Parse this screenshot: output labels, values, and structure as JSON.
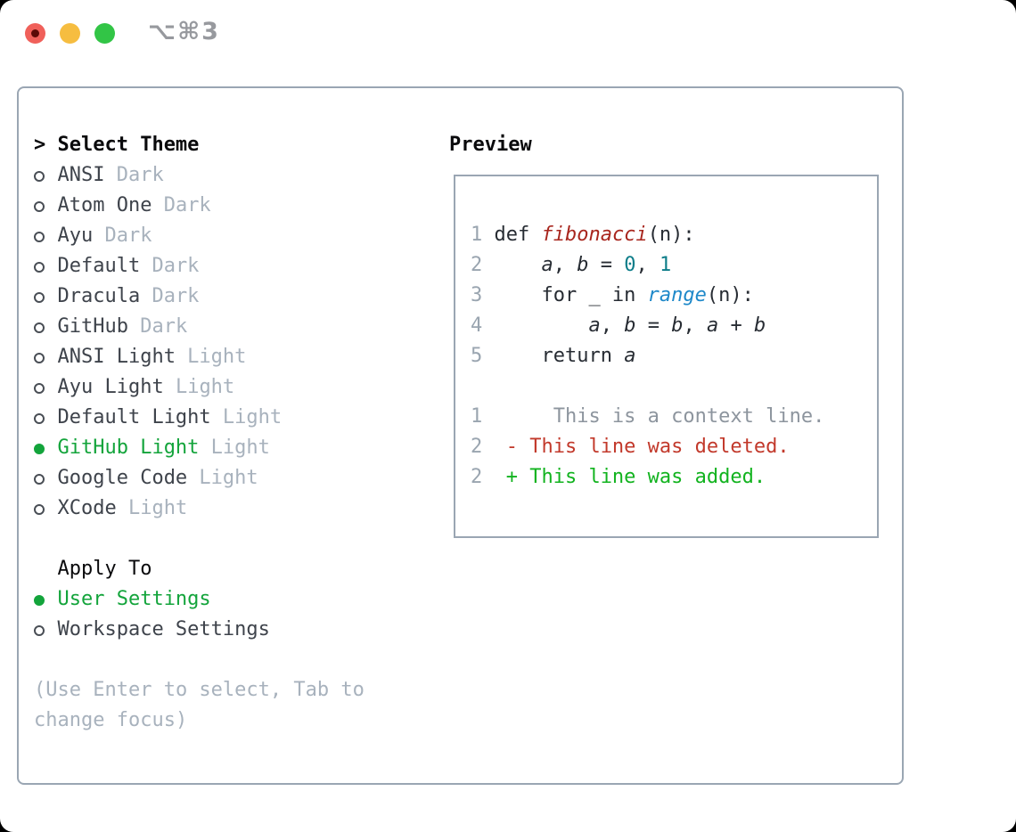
{
  "window": {
    "title": "⌥⌘3",
    "traffic_lights": [
      "close",
      "minimize",
      "zoom"
    ]
  },
  "theme_panel": {
    "header": {
      "prefix": ">",
      "label": "Select Theme"
    },
    "themes": [
      {
        "name": "ANSI",
        "variant": "Dark",
        "selected": false
      },
      {
        "name": "Atom One",
        "variant": "Dark",
        "selected": false
      },
      {
        "name": "Ayu",
        "variant": "Dark",
        "selected": false
      },
      {
        "name": "Default",
        "variant": "Dark",
        "selected": false
      },
      {
        "name": "Dracula",
        "variant": "Dark",
        "selected": false
      },
      {
        "name": "GitHub",
        "variant": "Dark",
        "selected": false
      },
      {
        "name": "ANSI Light",
        "variant": "Light",
        "selected": false
      },
      {
        "name": "Ayu Light",
        "variant": "Light",
        "selected": false
      },
      {
        "name": "Default Light",
        "variant": "Light",
        "selected": false
      },
      {
        "name": "GitHub Light",
        "variant": "Light",
        "selected": true
      },
      {
        "name": "Google Code",
        "variant": "Light",
        "selected": false
      },
      {
        "name": "XCode",
        "variant": "Light",
        "selected": false
      }
    ],
    "apply_to": {
      "label": "Apply To",
      "options": [
        {
          "name": "User Settings",
          "selected": true
        },
        {
          "name": "Workspace Settings",
          "selected": false
        }
      ]
    },
    "hint_lines": [
      "(Use Enter to select, Tab to",
      "change focus)"
    ]
  },
  "preview": {
    "label": "Preview",
    "lines": [
      {
        "num": "",
        "segments": []
      },
      {
        "num": "1",
        "segments": [
          {
            "t": "def ",
            "c": "code"
          },
          {
            "t": "fibonacci",
            "c": "fn"
          },
          {
            "t": "(n):",
            "c": "code"
          }
        ]
      },
      {
        "num": "2",
        "segments": [
          {
            "t": "    ",
            "c": "code"
          },
          {
            "t": "a",
            "c": "var"
          },
          {
            "t": ", ",
            "c": "code"
          },
          {
            "t": "b",
            "c": "var"
          },
          {
            "t": " = ",
            "c": "code"
          },
          {
            "t": "0",
            "c": "num"
          },
          {
            "t": ", ",
            "c": "code"
          },
          {
            "t": "1",
            "c": "num"
          }
        ]
      },
      {
        "num": "3",
        "segments": [
          {
            "t": "    for _ in ",
            "c": "code"
          },
          {
            "t": "range",
            "c": "call"
          },
          {
            "t": "(n):",
            "c": "code"
          }
        ]
      },
      {
        "num": "4",
        "segments": [
          {
            "t": "        ",
            "c": "code"
          },
          {
            "t": "a",
            "c": "var"
          },
          {
            "t": ", ",
            "c": "code"
          },
          {
            "t": "b",
            "c": "var"
          },
          {
            "t": " = ",
            "c": "code"
          },
          {
            "t": "b",
            "c": "var"
          },
          {
            "t": ", ",
            "c": "code"
          },
          {
            "t": "a",
            "c": "var"
          },
          {
            "t": " + ",
            "c": "code"
          },
          {
            "t": "b",
            "c": "var"
          }
        ]
      },
      {
        "num": "5",
        "segments": [
          {
            "t": "    return ",
            "c": "code"
          },
          {
            "t": "a",
            "c": "var"
          }
        ]
      },
      {
        "num": "",
        "segments": []
      },
      {
        "num": "1",
        "segments": [
          {
            "t": "     This is a context line.",
            "c": "ctx"
          }
        ]
      },
      {
        "num": "2",
        "segments": [
          {
            "t": " - This line was deleted.",
            "c": "del"
          }
        ]
      },
      {
        "num": "2",
        "segments": [
          {
            "t": " + This line was added.",
            "c": "add"
          }
        ]
      },
      {
        "num": "",
        "segments": []
      }
    ]
  },
  "colors": {
    "window_bg": "#ffffff",
    "outside_bg": "#000000",
    "panel_border": "#9aa6b3",
    "heading_text": "#0a0a0c",
    "item_text": "#3e434b",
    "muted_text": "#a8b2bd",
    "accent_green": "#13a43b",
    "line_number": "#9aa5b0",
    "code_text": "#272c33",
    "function_red": "#a8261e",
    "number_teal": "#0d7d89",
    "builtin_blue": "#1e88c9",
    "context_gray": "#8d959e",
    "deleted_red": "#c2392b",
    "added_green": "#12b31f",
    "titlebar_text": "#97999e",
    "light_red": "#f0605a",
    "light_yellow": "#f6bd40",
    "light_green": "#32c546",
    "light_red_dot": "#5c0a07"
  }
}
